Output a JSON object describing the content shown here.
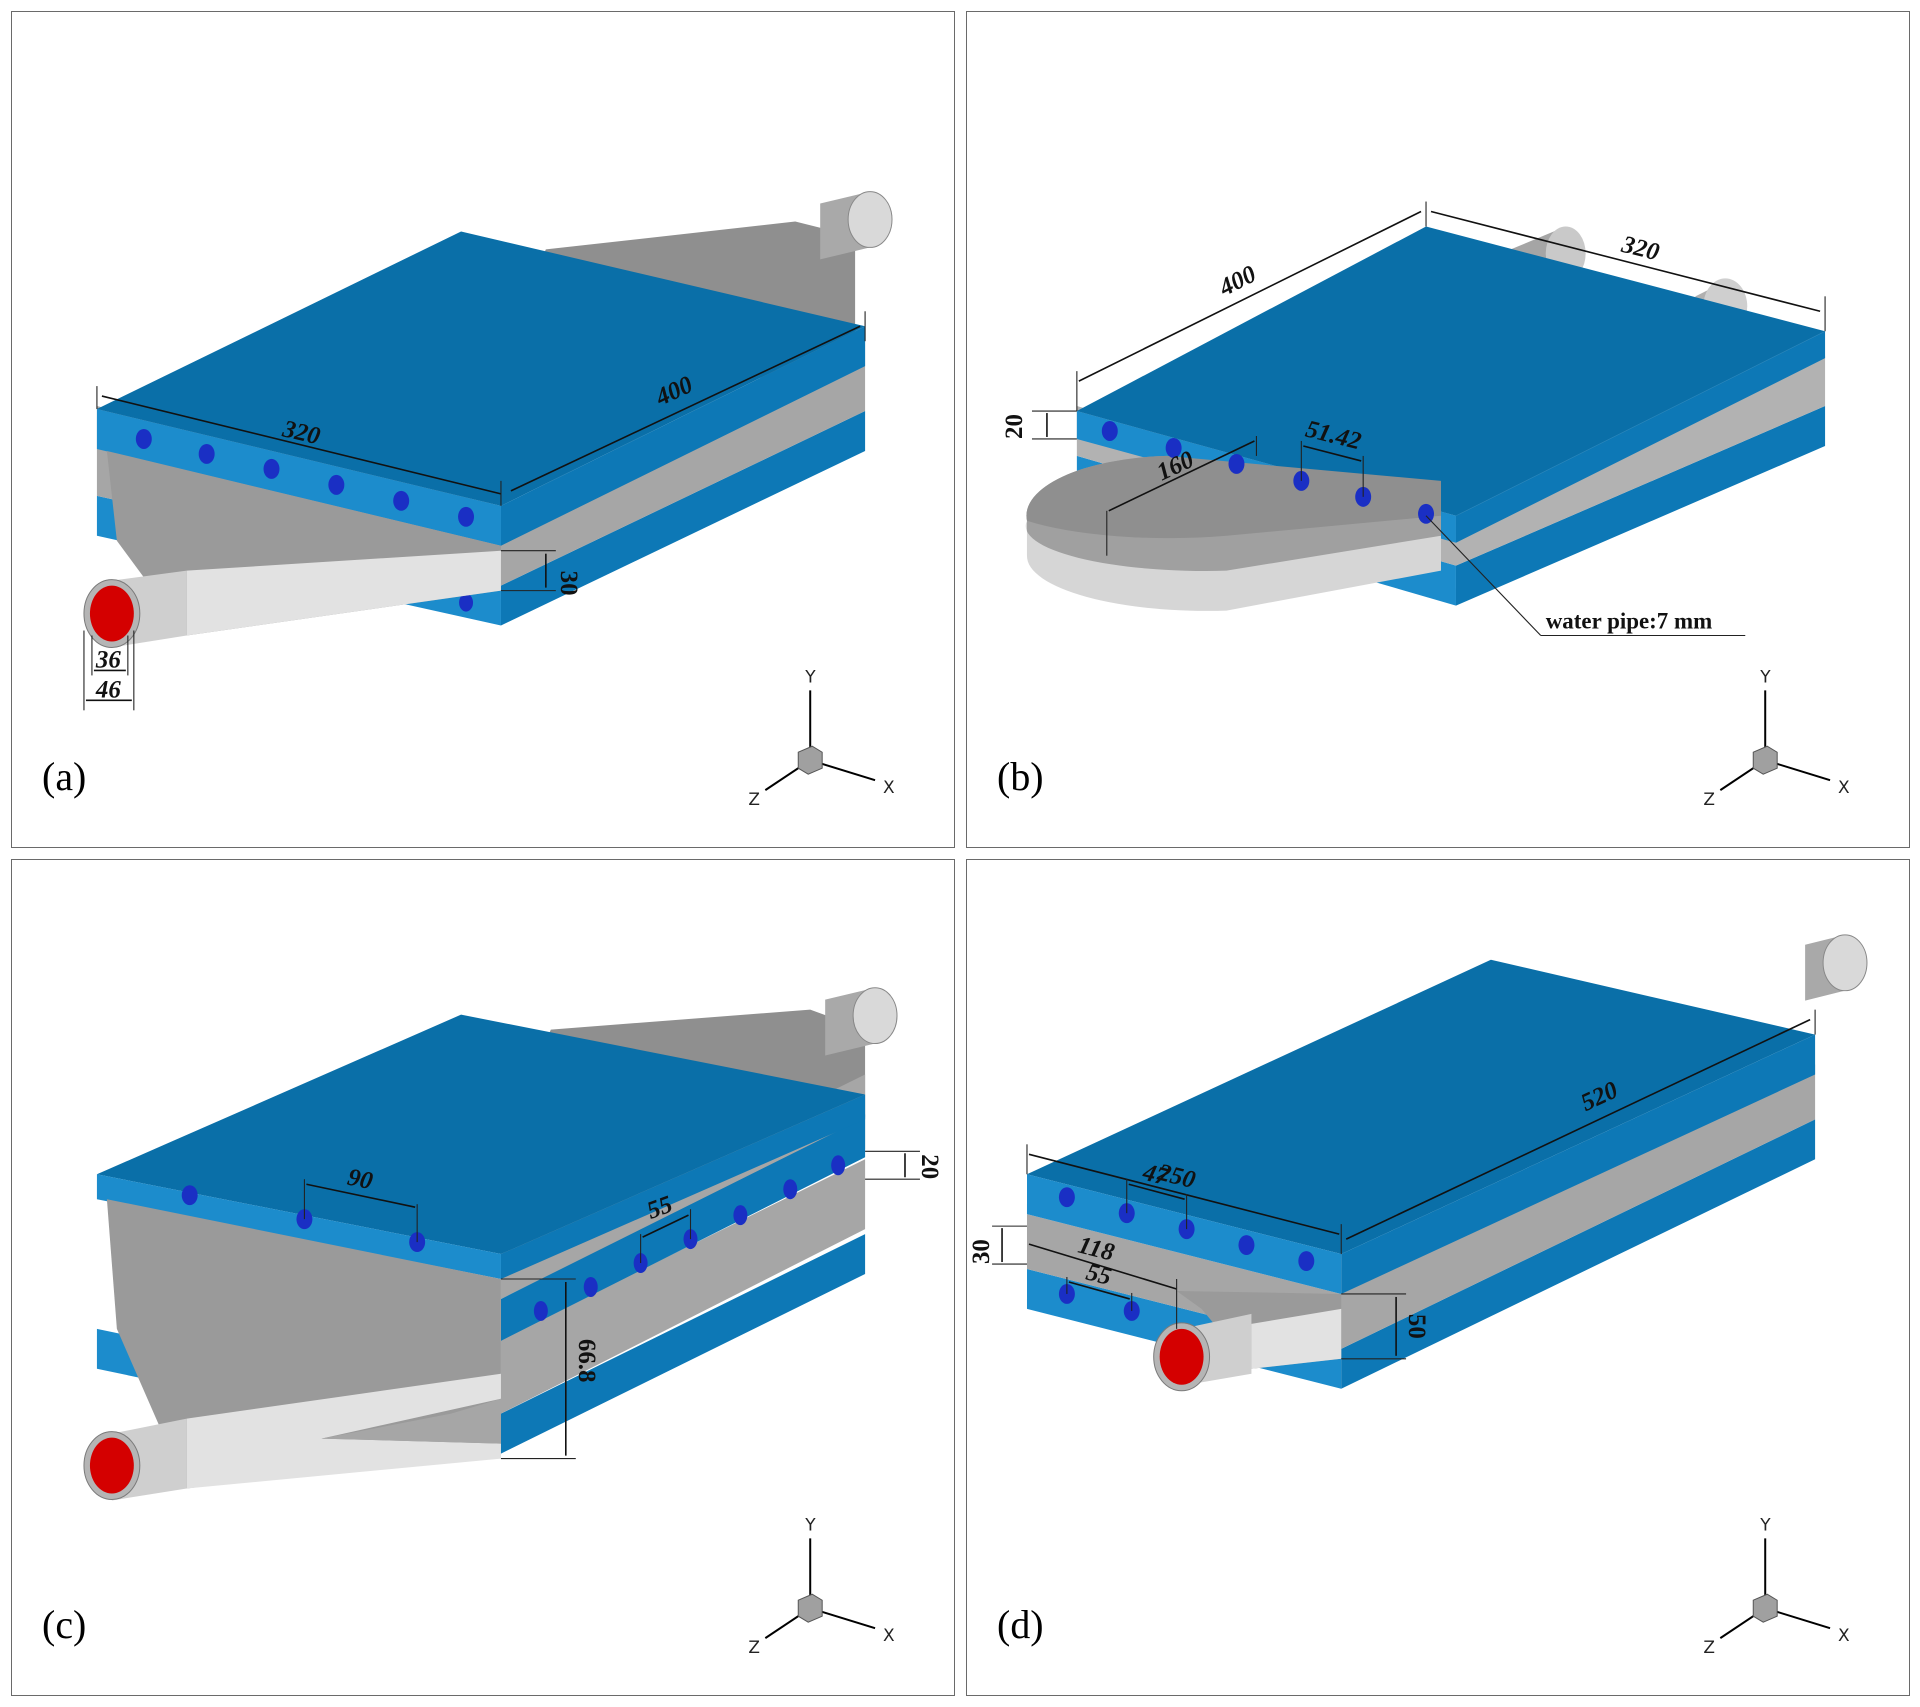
{
  "colors": {
    "plate_top": "#0a6fa8",
    "plate_front": "#1c8ccc",
    "plate_side": "#0d78b6",
    "body_gray": "#9a9a9a",
    "body_light": "#e6e6e6",
    "hole": "#1a2fc4",
    "pipe_inner": "#d40000"
  },
  "axes": {
    "x": "X",
    "y": "Y",
    "z": "Z"
  },
  "panels": {
    "a": {
      "label": "(a)",
      "dims": {
        "width": "320",
        "length": "400",
        "height": "30",
        "inner": "36",
        "outer": "46"
      }
    },
    "b": {
      "label": "(b)",
      "dims": {
        "length": "400",
        "width": "320",
        "thickness": "20",
        "pitch": "51.42",
        "radius": "160"
      },
      "note": "water pipe:7 mm"
    },
    "c": {
      "label": "(c)",
      "dims": {
        "pitch_top": "90",
        "pitch_mid": "55",
        "thickness": "20",
        "height": "66.8"
      }
    },
    "d": {
      "label": "(d)",
      "dims": {
        "width": "250",
        "length": "520",
        "pitch_top": "47",
        "height_left": "30",
        "span": "118",
        "pitch_bot": "55",
        "height_right": "50"
      }
    }
  }
}
